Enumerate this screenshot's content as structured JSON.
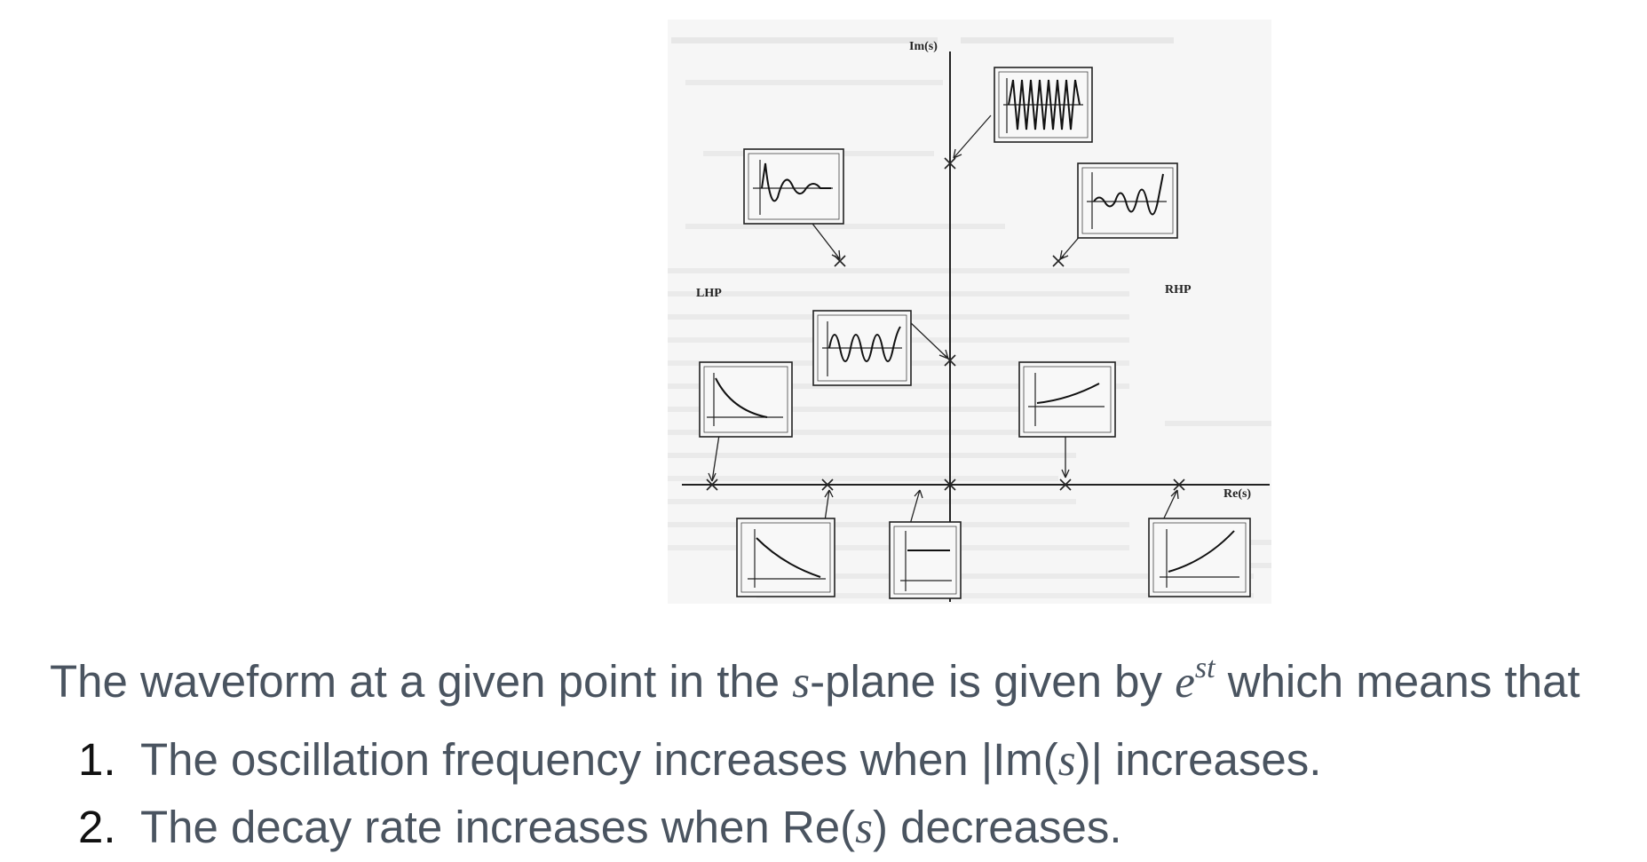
{
  "figure": {
    "axis_labels": {
      "imaginary": "Im(s)",
      "real": "Re(s)"
    },
    "region_labels": {
      "left": "LHP",
      "right": "RHP"
    },
    "poles": [
      {
        "id": "im-axis-high",
        "half_plane": "imaginary-axis",
        "response": "sustained high-frequency oscillation"
      },
      {
        "id": "rhp-upper",
        "half_plane": "RHP",
        "response": "growing oscillation"
      },
      {
        "id": "lhp-upper",
        "half_plane": "LHP",
        "response": "decaying oscillation"
      },
      {
        "id": "im-axis-low",
        "half_plane": "imaginary-axis",
        "response": "sustained oscillation"
      },
      {
        "id": "lhp-real-far",
        "half_plane": "LHP",
        "response": "fast exponential decay"
      },
      {
        "id": "rhp-upper-low",
        "half_plane": "RHP",
        "response": "slow exponential growth"
      },
      {
        "id": "lhp-real-near",
        "half_plane": "LHP",
        "response": "slow exponential decay"
      },
      {
        "id": "origin",
        "half_plane": "origin",
        "response": "step (constant)"
      },
      {
        "id": "rhp-real",
        "half_plane": "RHP",
        "response": "exponential growth"
      }
    ],
    "colors": {
      "ink": "#222222",
      "background": "#f6f6f6"
    }
  },
  "text": {
    "intro_before": "The waveform at a given point in the ",
    "intro_s": "s",
    "intro_middle": "-plane is given by ",
    "intro_e": "e",
    "intro_exp": "st",
    "intro_after": " which means that",
    "item1_num": "1.",
    "item1_before": "The oscillation frequency increases when |Im(",
    "item1_s": "s",
    "item1_after": ")| increases.",
    "item2_num": "2.",
    "item2_before": "The decay rate increases when Re(",
    "item2_s": "s",
    "item2_after": ") decreases.",
    "color": "#4a5460"
  }
}
